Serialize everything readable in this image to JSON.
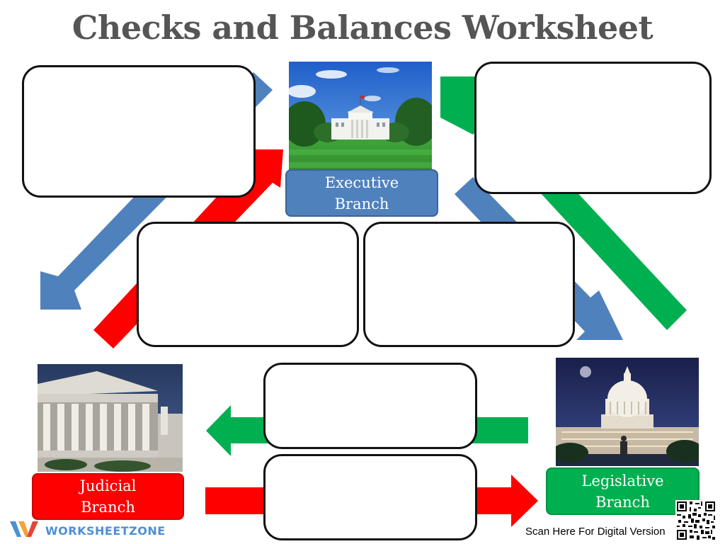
{
  "title": "Checks and Balances Worksheet",
  "branches": {
    "executive": {
      "label": "Executive\nBranch",
      "color": "#4f81bd"
    },
    "judicial": {
      "label": "Judicial\nBranch",
      "color": "#ff0000"
    },
    "legislative": {
      "label": "Legislative\nBranch",
      "color": "#00b050"
    }
  },
  "arrow_colors": {
    "blue": "#4f81bd",
    "red": "#ff0000",
    "green": "#00b050"
  },
  "brand": {
    "name": "WORKSHEETZONE",
    "logo_icon": "worksheetzone-logo-icon",
    "color": "#4d8fd6"
  },
  "qr": {
    "caption": "Scan Here For Digital Version",
    "icon": "qr-code-icon"
  }
}
